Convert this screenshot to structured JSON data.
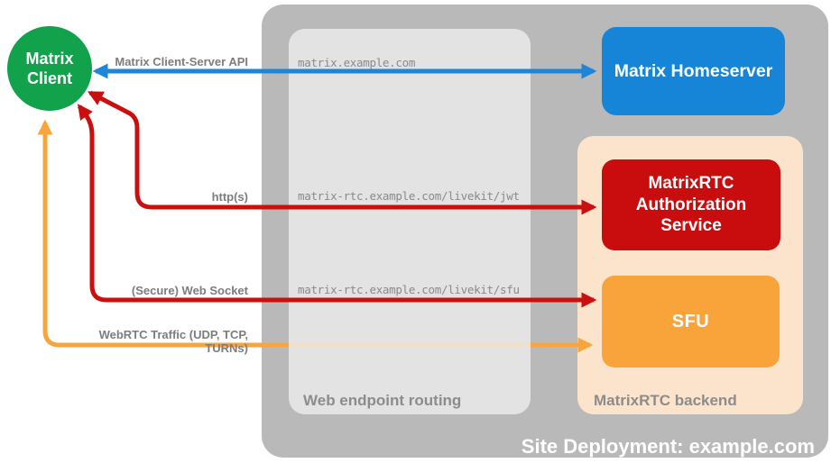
{
  "title": "MatrixRTC site deployment diagram",
  "colors": {
    "client_green": "#12a24b",
    "homeserver_blue": "#1685d8",
    "auth_red": "#c90d0e",
    "sfu_orange": "#f9a43a",
    "backend_peach": "#fbe4cb",
    "site_gray": "#b9b9b9",
    "routing_light_gray": "#e2e2e2",
    "arrow_blue": "#1d86d8",
    "arrow_red": "#c9100e",
    "arrow_orange": "#f9a53d",
    "label_gray": "#7d7d7d"
  },
  "nodes": {
    "client": {
      "label": "Matrix Client"
    },
    "homeserver": {
      "label": "Matrix Homeserver"
    },
    "auth_service": {
      "label": "MatrixRTC Authorization Service"
    },
    "sfu": {
      "label": "SFU"
    }
  },
  "containers": {
    "site": {
      "label": "Site Deployment: example.com"
    },
    "web_routing": {
      "label": "Web endpoint routing"
    },
    "rtc_backend": {
      "label": "MatrixRTC backend"
    }
  },
  "arrows": {
    "client_server_api": {
      "label": "Matrix Client-Server API",
      "route": "matrix.example.com",
      "from": "Matrix Client",
      "to": "Matrix Homeserver",
      "color": "#1d86d8",
      "bidirectional": true
    },
    "https": {
      "label": "http(s)",
      "route": "matrix-rtc.example.com/livekit/jwt",
      "from": "Matrix Client",
      "to": "MatrixRTC Authorization Service",
      "color": "#c9100e",
      "bidirectional": true
    },
    "websocket": {
      "label": "(Secure) Web Socket",
      "route": "matrix-rtc.example.com/livekit/sfu",
      "from": "Matrix Client",
      "to": "SFU",
      "color": "#c9100e",
      "bidirectional": true
    },
    "webrtc": {
      "label": "WebRTC Traffic (UDP, TCP, TURNs)",
      "route": "",
      "from": "Matrix Client",
      "to": "SFU",
      "color": "#f9a53d",
      "bidirectional": true
    }
  }
}
